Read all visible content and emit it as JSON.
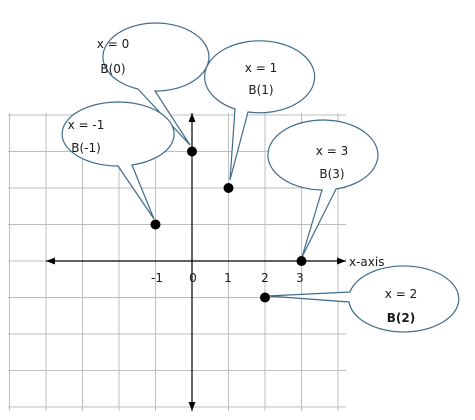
{
  "axis": {
    "x_label": "x-axis",
    "tick_labels": [
      "-1",
      "0",
      "1",
      "2",
      "3"
    ]
  },
  "chart_data": {
    "type": "scatter",
    "xlabel": "x-axis",
    "ylabel": "",
    "grid": true,
    "points": [
      {
        "x": -1,
        "y": 1,
        "label": "B(-1)"
      },
      {
        "x": 0,
        "y": 3,
        "label": "B(0)"
      },
      {
        "x": 1,
        "y": 2,
        "label": "B(1)"
      },
      {
        "x": 2,
        "y": -1,
        "label": "B(2)"
      },
      {
        "x": 3,
        "y": 0,
        "label": "B(3)"
      }
    ]
  },
  "callouts": [
    {
      "id": "x0",
      "line1": "x = 0",
      "line2": "B(0)"
    },
    {
      "id": "x1",
      "line1": "x = 1",
      "line2": "B(1)"
    },
    {
      "id": "xm1",
      "line1": "x = -1",
      "line2": "B(-1)"
    },
    {
      "id": "x3",
      "line1": "x = 3",
      "line2": "B(3)"
    },
    {
      "id": "x2",
      "line1": "x = 2",
      "line2": "B(2)"
    }
  ],
  "colors": {
    "bubble_stroke": "#3f6c8a",
    "grid": "#bdbdbd",
    "axis": "#000000",
    "point": "#000000"
  }
}
